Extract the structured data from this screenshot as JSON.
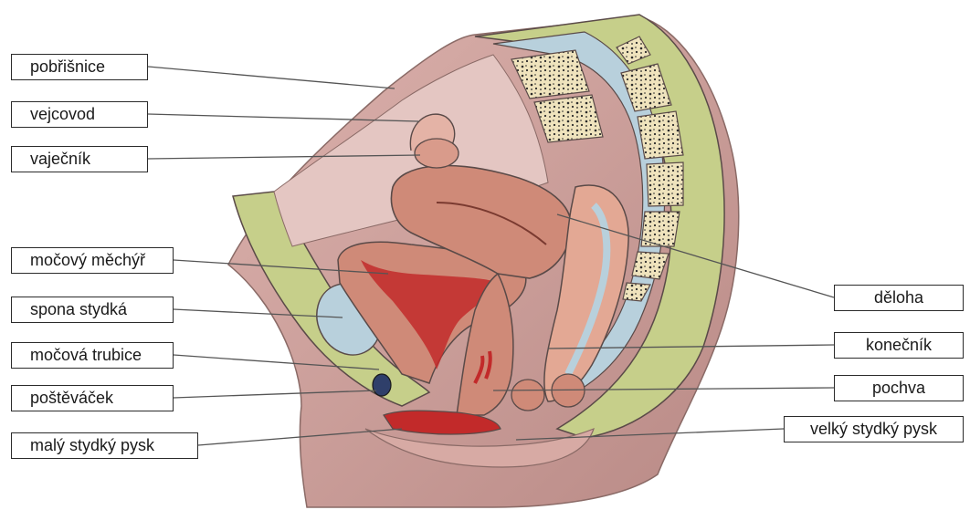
{
  "diagram": {
    "colors": {
      "skin": "#d7aaa4",
      "skin_dark": "#b98a86",
      "bone_fill": "#efe3bd",
      "bone_dots": "#2a2a2a",
      "cartilage": "#c6cf8a",
      "membrane": "#b8d0dc",
      "organ": "#cf8a78",
      "organ_light": "#e3a894",
      "mucosa_red": "#c22a2a",
      "outline": "#5a4a48",
      "leader_line": "#555555",
      "label_border": "#2b2b2b"
    },
    "labels_left": [
      "pobřišnice",
      "vejcovod",
      "vaječník",
      "močový měchýř",
      "spona stydká",
      "močová trubice",
      "poštěváček",
      "malý stydký pysk"
    ],
    "labels_right": [
      "děloha",
      "konečník",
      "pochva",
      "velký stydký pysk"
    ]
  }
}
